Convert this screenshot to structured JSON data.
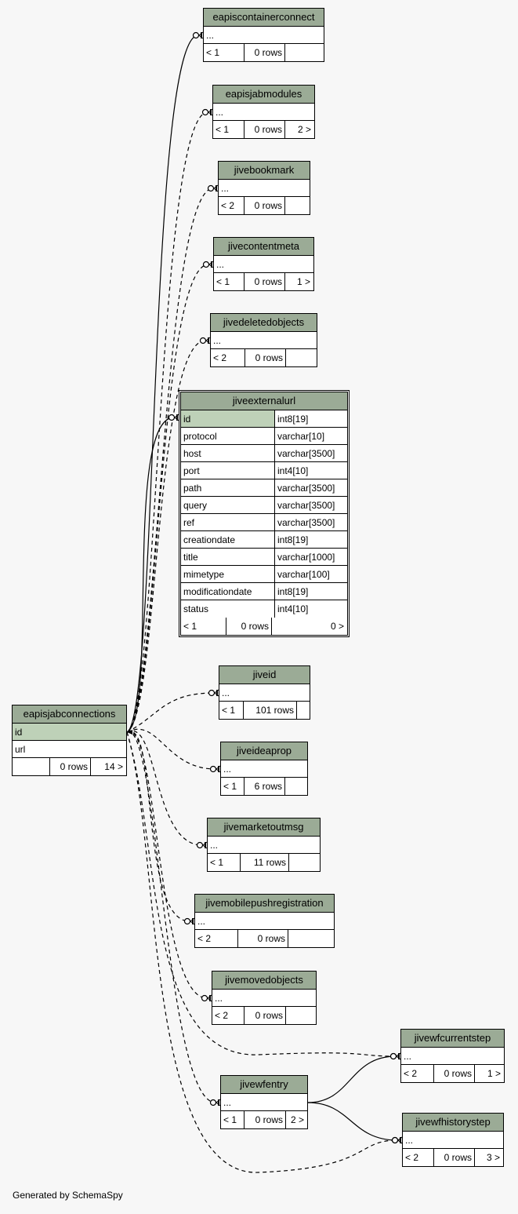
{
  "footer": {
    "generated_by": "Generated by SchemaSpy"
  },
  "colors": {
    "background": "#f7f7f7",
    "header": "#9bab96",
    "key_row": "#bed1b8",
    "line": "#000000"
  },
  "focus_table": {
    "name": "jiveexternalurl",
    "columns": [
      {
        "name": "id",
        "type": "int8[19]",
        "key": true
      },
      {
        "name": "protocol",
        "type": "varchar[10]"
      },
      {
        "name": "host",
        "type": "varchar[3500]"
      },
      {
        "name": "port",
        "type": "int4[10]"
      },
      {
        "name": "path",
        "type": "varchar[3500]"
      },
      {
        "name": "query",
        "type": "varchar[3500]"
      },
      {
        "name": "ref",
        "type": "varchar[3500]"
      },
      {
        "name": "creationdate",
        "type": "int8[19]"
      },
      {
        "name": "title",
        "type": "varchar[1000]"
      },
      {
        "name": "mimetype",
        "type": "varchar[100]"
      },
      {
        "name": "modificationdate",
        "type": "int8[19]"
      },
      {
        "name": "status",
        "type": "int4[10]"
      }
    ],
    "footer": {
      "parents": "< 1",
      "rows": "0 rows",
      "children": "0 >"
    }
  },
  "tables": [
    {
      "id": "eapisjabconnections",
      "name": "eapisjabconnections",
      "rows": [
        {
          "text": "id",
          "key": true
        },
        {
          "text": "url"
        }
      ],
      "footer": {
        "parents": "",
        "rows": "0 rows",
        "children": "14 >"
      }
    },
    {
      "id": "eapiscontainerconnect",
      "name": "eapiscontainerconnect",
      "rows": [
        {
          "text": "..."
        }
      ],
      "footer": {
        "parents": "< 1",
        "rows": "0 rows",
        "children": ""
      }
    },
    {
      "id": "eapisjabmodules",
      "name": "eapisjabmodules",
      "rows": [
        {
          "text": "..."
        }
      ],
      "footer": {
        "parents": "< 1",
        "rows": "0 rows",
        "children": "2 >"
      }
    },
    {
      "id": "jivebookmark",
      "name": "jivebookmark",
      "rows": [
        {
          "text": "..."
        }
      ],
      "footer": {
        "parents": "< 2",
        "rows": "0 rows",
        "children": ""
      }
    },
    {
      "id": "jivecontentmeta",
      "name": "jivecontentmeta",
      "rows": [
        {
          "text": "..."
        }
      ],
      "footer": {
        "parents": "< 1",
        "rows": "0 rows",
        "children": "1 >"
      }
    },
    {
      "id": "jivedeletedobjects",
      "name": "jivedeletedobjects",
      "rows": [
        {
          "text": "..."
        }
      ],
      "footer": {
        "parents": "< 2",
        "rows": "0 rows",
        "children": ""
      }
    },
    {
      "id": "jiveid",
      "name": "jiveid",
      "rows": [
        {
          "text": "..."
        }
      ],
      "footer": {
        "parents": "< 1",
        "rows": "101 rows",
        "children": ""
      }
    },
    {
      "id": "jiveideaprop",
      "name": "jiveideaprop",
      "rows": [
        {
          "text": "..."
        }
      ],
      "footer": {
        "parents": "< 1",
        "rows": "6 rows",
        "children": ""
      }
    },
    {
      "id": "jivemarketoutmsg",
      "name": "jivemarketoutmsg",
      "rows": [
        {
          "text": "..."
        }
      ],
      "footer": {
        "parents": "< 1",
        "rows": "11 rows",
        "children": ""
      }
    },
    {
      "id": "jivemobilepushregistration",
      "name": "jivemobilepushregistration",
      "rows": [
        {
          "text": "..."
        }
      ],
      "footer": {
        "parents": "< 2",
        "rows": "0 rows",
        "children": ""
      }
    },
    {
      "id": "jivemovedobjects",
      "name": "jivemovedobjects",
      "rows": [
        {
          "text": "..."
        }
      ],
      "footer": {
        "parents": "< 2",
        "rows": "0 rows",
        "children": ""
      }
    },
    {
      "id": "jivewfentry",
      "name": "jivewfentry",
      "rows": [
        {
          "text": "..."
        }
      ],
      "footer": {
        "parents": "< 1",
        "rows": "0 rows",
        "children": "2 >"
      }
    },
    {
      "id": "jivewfcurrentstep",
      "name": "jivewfcurrentstep",
      "rows": [
        {
          "text": "..."
        }
      ],
      "footer": {
        "parents": "< 2",
        "rows": "0 rows",
        "children": "1 >"
      }
    },
    {
      "id": "jivewfhistorystep",
      "name": "jivewfhistorystep",
      "rows": [
        {
          "text": "..."
        }
      ],
      "footer": {
        "parents": "< 2",
        "rows": "0 rows",
        "children": "3 >"
      }
    }
  ],
  "relationships": [
    {
      "from": "eapisjabconnections",
      "to": "eapiscontainerconnect",
      "style": "solid"
    },
    {
      "from": "eapisjabconnections",
      "to": "eapisjabmodules",
      "style": "dashed"
    },
    {
      "from": "eapisjabconnections",
      "to": "jivebookmark",
      "style": "dashed"
    },
    {
      "from": "eapisjabconnections",
      "to": "jivecontentmeta",
      "style": "dashed"
    },
    {
      "from": "eapisjabconnections",
      "to": "jivedeletedobjects",
      "style": "dashed"
    },
    {
      "from": "eapisjabconnections",
      "to": "jiveexternalurl",
      "style": "solid"
    },
    {
      "from": "eapisjabconnections",
      "to": "jiveid",
      "style": "dashed"
    },
    {
      "from": "eapisjabconnections",
      "to": "jiveideaprop",
      "style": "dashed"
    },
    {
      "from": "eapisjabconnections",
      "to": "jivemarketoutmsg",
      "style": "dashed"
    },
    {
      "from": "eapisjabconnections",
      "to": "jivemobilepushregistration",
      "style": "dashed"
    },
    {
      "from": "eapisjabconnections",
      "to": "jivemovedobjects",
      "style": "dashed"
    },
    {
      "from": "eapisjabconnections",
      "to": "jivewfcurrentstep",
      "style": "dashed"
    },
    {
      "from": "eapisjabconnections",
      "to": "jivewfentry",
      "style": "dashed"
    },
    {
      "from": "eapisjabconnections",
      "to": "jivewfhistorystep",
      "style": "dashed"
    },
    {
      "from": "jivewfentry",
      "to": "jivewfcurrentstep",
      "style": "solid"
    },
    {
      "from": "jivewfentry",
      "to": "jivewfhistorystep",
      "style": "solid"
    }
  ]
}
